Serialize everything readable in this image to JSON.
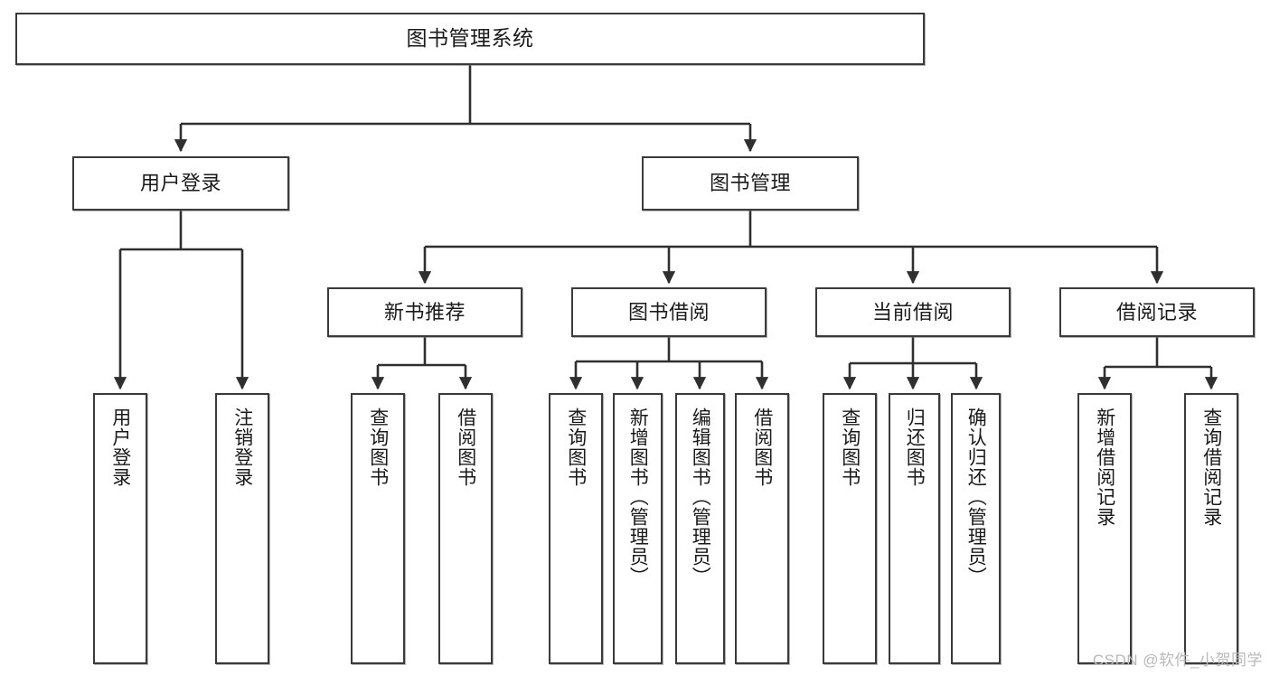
{
  "diagram": {
    "title": "图书管理系统",
    "type": "tree-hierarchy-chart",
    "stroke_color": "#3a3a3a",
    "fill_color": "#ffffff",
    "text_color": "#1a1a1a",
    "watermark": "CSDN @软件_小贺同学"
  },
  "nodes": {
    "root": {
      "label": "图书管理系统"
    },
    "level2": [
      {
        "label": "用户登录"
      },
      {
        "label": "图书管理"
      }
    ],
    "level3": [
      {
        "label": "新书推荐"
      },
      {
        "label": "图书借阅"
      },
      {
        "label": "当前借阅"
      },
      {
        "label": "借阅记录"
      }
    ],
    "leaves": {
      "user_login": [
        {
          "label": "用户登录"
        },
        {
          "label": "注销登录"
        }
      ],
      "new_book_recommend": [
        {
          "label": "查询图书"
        },
        {
          "label": "借阅图书"
        }
      ],
      "book_borrow": [
        {
          "label": "查询图书"
        },
        {
          "label": "新增图书（管理员）"
        },
        {
          "label": "编辑图书（管理员）"
        },
        {
          "label": "借阅图书"
        }
      ],
      "current_borrow": [
        {
          "label": "查询图书"
        },
        {
          "label": "归还图书"
        },
        {
          "label": "确认归还（管理员）"
        }
      ],
      "borrow_record": [
        {
          "label": "新增借阅记录"
        },
        {
          "label": "查询借阅记录"
        }
      ]
    }
  }
}
